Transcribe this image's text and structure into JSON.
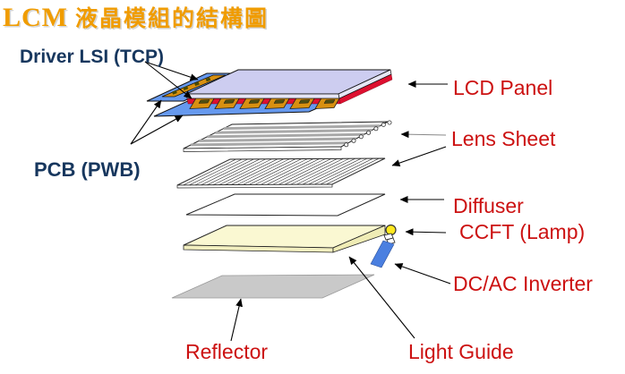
{
  "title": {
    "prefix": "LCM",
    "chinese": "液晶模組的結構圖",
    "color": "#F09C00"
  },
  "labels": {
    "driver_lsi": "Driver LSI (TCP)",
    "pcb": "PCB (PWB)",
    "lcd_panel": "LCD Panel",
    "lens_sheet": "Lens Sheet",
    "diffuser": "Diffuser",
    "ccft": "CCFT (Lamp)",
    "dcac_inverter": "DC/AC Inverter",
    "reflector": "Reflector",
    "light_guide": "Light Guide"
  },
  "label_colors": {
    "component_labels_red": "#CC1111",
    "electronics_labels_navy": "#17375E"
  },
  "diagram": {
    "type": "exploded-view",
    "layers_top_to_bottom": [
      "LCD Panel with Driver LSI (TCP) and PCB (PWB)",
      "Lens Sheet (horizontal prisms)",
      "Lens Sheet (vertical prisms)",
      "Diffuser",
      "Light Guide with CCFT (Lamp) and DC/AC Inverter",
      "Reflector"
    ],
    "colors": {
      "pcb_blue": "#6699EE",
      "tcp_orange": "#D89010",
      "chip_dark": "#4F4F10",
      "panel_lavender": "#CDCDF0",
      "panel_side": "#E6E6F6",
      "red_frame": "#DD1030",
      "sheet_white": "#FFFFFF",
      "lens_stripe_gray": "#A8A8A8",
      "lightguide_yellow": "#FAF8D2",
      "lightguide_front": "#F2EFBF",
      "lightguide_side": "#EFECB5",
      "lamp_yellow": "#FFE81E",
      "inverter_blue": "#4A7FE0",
      "reflector_gray": "#C9C9C9"
    }
  }
}
